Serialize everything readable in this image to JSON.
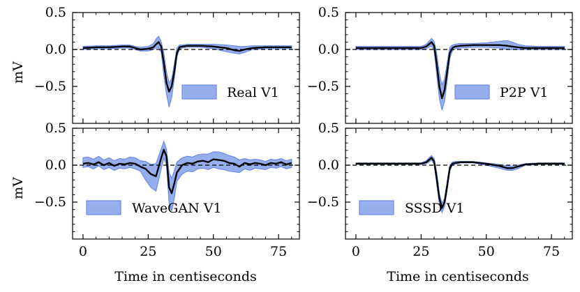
{
  "figure": {
    "xlabel": "Time in centiseconds",
    "ylabel": "mV",
    "band_color": "#6b8ce6",
    "line_color": "#000000",
    "zero_line_color": "#000000"
  },
  "chart_data": [
    {
      "type": "line",
      "legend": "Real V1",
      "legend_position": "lower-right",
      "xlim": [
        -4,
        83
      ],
      "ylim": [
        -1.0,
        0.5
      ],
      "xticks": [
        0,
        25,
        50,
        75
      ],
      "xtick_labels": [
        "0",
        "25",
        "50",
        "75"
      ],
      "yticks": [
        0.5,
        0.0,
        -0.5
      ],
      "ytick_labels": [
        "0.5",
        "0.0",
        "−0.5"
      ],
      "x": [
        0,
        5,
        10,
        15,
        18,
        20,
        22,
        25,
        27,
        28,
        29,
        30,
        31,
        32,
        33,
        34,
        35,
        36,
        37,
        38,
        40,
        45,
        50,
        55,
        58,
        60,
        62,
        65,
        70,
        75,
        80
      ],
      "mean": [
        0.02,
        0.03,
        0.03,
        0.04,
        0.04,
        0.02,
        0.0,
        0.01,
        0.03,
        0.07,
        0.1,
        0.04,
        -0.18,
        -0.45,
        -0.57,
        -0.5,
        -0.3,
        -0.05,
        0.03,
        0.04,
        0.05,
        0.05,
        0.04,
        0.02,
        -0.01,
        -0.02,
        0.0,
        0.02,
        0.03,
        0.03,
        0.03
      ],
      "upper": [
        0.04,
        0.05,
        0.05,
        0.06,
        0.06,
        0.04,
        0.03,
        0.04,
        0.08,
        0.14,
        0.18,
        0.1,
        -0.05,
        -0.3,
        -0.45,
        -0.4,
        -0.2,
        0.02,
        0.06,
        0.06,
        0.07,
        0.07,
        0.07,
        0.06,
        0.05,
        0.04,
        0.04,
        0.05,
        0.05,
        0.05,
        0.05
      ],
      "lower": [
        0.0,
        0.01,
        0.01,
        0.02,
        0.02,
        0.0,
        -0.02,
        -0.02,
        0.0,
        0.02,
        0.02,
        -0.04,
        -0.35,
        -0.6,
        -0.78,
        -0.65,
        -0.4,
        -0.1,
        0.0,
        0.02,
        0.03,
        0.03,
        0.01,
        -0.03,
        -0.05,
        -0.06,
        -0.04,
        0.0,
        0.01,
        0.01,
        0.01
      ]
    },
    {
      "type": "line",
      "legend": "P2P V1",
      "legend_position": "lower-right",
      "xlim": [
        -4,
        83
      ],
      "ylim": [
        -1.0,
        0.5
      ],
      "xticks": [
        0,
        25,
        50,
        75
      ],
      "xtick_labels": [
        "0",
        "25",
        "50",
        "75"
      ],
      "yticks": [
        0.5,
        0.0,
        -0.5
      ],
      "ytick_labels": [
        "0.5",
        "0.0",
        "−0.5"
      ],
      "x": [
        0,
        5,
        10,
        15,
        20,
        25,
        27,
        28,
        29,
        30,
        31,
        32,
        33,
        34,
        35,
        36,
        37,
        38,
        40,
        45,
        50,
        55,
        58,
        60,
        62,
        65,
        70,
        75,
        80
      ],
      "mean": [
        0.02,
        0.02,
        0.02,
        0.02,
        0.02,
        0.02,
        0.04,
        0.07,
        0.1,
        0.05,
        -0.2,
        -0.5,
        -0.66,
        -0.55,
        -0.3,
        -0.05,
        0.02,
        0.04,
        0.05,
        0.06,
        0.06,
        0.06,
        0.05,
        0.04,
        0.03,
        0.02,
        0.02,
        0.02,
        0.02
      ],
      "upper": [
        0.04,
        0.04,
        0.04,
        0.04,
        0.04,
        0.04,
        0.07,
        0.11,
        0.15,
        0.11,
        -0.06,
        -0.32,
        -0.48,
        -0.4,
        -0.18,
        0.03,
        0.06,
        0.07,
        0.08,
        0.08,
        0.09,
        0.11,
        0.12,
        0.1,
        0.07,
        0.05,
        0.04,
        0.04,
        0.04
      ],
      "lower": [
        0.0,
        0.0,
        0.0,
        0.0,
        0.0,
        0.0,
        0.01,
        0.03,
        0.05,
        -0.02,
        -0.34,
        -0.66,
        -0.82,
        -0.7,
        -0.42,
        -0.12,
        -0.02,
        0.01,
        0.02,
        0.03,
        0.03,
        0.02,
        0.0,
        0.0,
        0.0,
        0.0,
        0.0,
        0.0,
        0.0
      ]
    },
    {
      "type": "line",
      "legend": "WaveGAN V1",
      "legend_position": "lower-left",
      "xlim": [
        -4,
        83
      ],
      "ylim": [
        -1.0,
        0.5
      ],
      "xticks": [
        0,
        25,
        50,
        75
      ],
      "xtick_labels": [
        "0",
        "25",
        "50",
        "75"
      ],
      "yticks": [
        0.5,
        0.0,
        -0.5
      ],
      "ytick_labels": [
        "0.5",
        "0.0",
        "−0.5"
      ],
      "x": [
        0,
        2,
        4,
        6,
        8,
        10,
        12,
        14,
        16,
        18,
        20,
        22,
        24,
        26,
        28,
        30,
        31,
        32,
        33,
        34,
        35,
        36,
        38,
        40,
        42,
        44,
        46,
        48,
        50,
        52,
        54,
        56,
        58,
        60,
        62,
        64,
        66,
        68,
        70,
        72,
        74,
        76,
        78,
        80
      ],
      "mean": [
        0.02,
        0.03,
        0.01,
        0.04,
        0.0,
        0.03,
        -0.01,
        0.02,
        0.01,
        0.03,
        0.02,
        -0.02,
        -0.05,
        -0.12,
        -0.15,
        0.1,
        0.21,
        0.12,
        -0.3,
        -0.38,
        -0.25,
        -0.1,
        0.0,
        0.03,
        0.02,
        0.05,
        0.06,
        0.04,
        0.08,
        0.07,
        0.06,
        0.03,
        0.02,
        -0.02,
        0.03,
        0.01,
        0.03,
        0.02,
        0.0,
        0.03,
        0.02,
        0.04,
        0.01,
        0.03
      ],
      "upper": [
        0.1,
        0.11,
        0.08,
        0.12,
        0.07,
        0.1,
        0.06,
        0.09,
        0.08,
        0.11,
        0.1,
        0.06,
        0.05,
        0.01,
        0.02,
        0.22,
        0.32,
        0.22,
        -0.1,
        -0.18,
        -0.08,
        0.04,
        0.1,
        0.12,
        0.11,
        0.14,
        0.15,
        0.15,
        0.18,
        0.18,
        0.16,
        0.13,
        0.11,
        0.07,
        0.09,
        0.07,
        0.08,
        0.07,
        0.05,
        0.08,
        0.07,
        0.09,
        0.06,
        0.08
      ],
      "lower": [
        -0.03,
        -0.02,
        -0.05,
        -0.01,
        -0.06,
        -0.03,
        -0.07,
        -0.04,
        -0.05,
        -0.03,
        -0.05,
        -0.08,
        -0.2,
        -0.3,
        -0.35,
        -0.05,
        0.1,
        0.0,
        -0.5,
        -0.62,
        -0.45,
        -0.22,
        -0.12,
        -0.08,
        -0.09,
        -0.05,
        -0.04,
        -0.06,
        -0.03,
        -0.05,
        -0.06,
        -0.08,
        -0.09,
        -0.1,
        -0.05,
        -0.07,
        -0.04,
        -0.05,
        -0.06,
        -0.03,
        -0.04,
        -0.02,
        -0.05,
        -0.03
      ]
    },
    {
      "type": "line",
      "legend": "SSSD V1",
      "legend_position": "lower-left",
      "xlim": [
        -4,
        83
      ],
      "ylim": [
        -1.0,
        0.5
      ],
      "xticks": [
        0,
        25,
        50,
        75
      ],
      "xtick_labels": [
        "0",
        "25",
        "50",
        "75"
      ],
      "yticks": [
        0.5,
        0.0,
        -0.5
      ],
      "ytick_labels": [
        "0.5",
        "0.0",
        "−0.5"
      ],
      "x": [
        0,
        5,
        10,
        15,
        20,
        25,
        27,
        28,
        29,
        30,
        31,
        32,
        33,
        34,
        35,
        36,
        37,
        38,
        40,
        45,
        50,
        55,
        58,
        60,
        62,
        65,
        70,
        75,
        80
      ],
      "mean": [
        0.02,
        0.02,
        0.02,
        0.02,
        0.02,
        0.02,
        0.04,
        0.07,
        0.1,
        0.05,
        -0.18,
        -0.45,
        -0.58,
        -0.5,
        -0.28,
        -0.04,
        0.02,
        0.03,
        0.04,
        0.04,
        0.02,
        -0.01,
        -0.04,
        -0.04,
        -0.02,
        0.01,
        0.02,
        0.02,
        0.02
      ],
      "upper": [
        0.03,
        0.03,
        0.03,
        0.03,
        0.03,
        0.03,
        0.06,
        0.1,
        0.13,
        0.09,
        -0.1,
        -0.38,
        -0.52,
        -0.45,
        -0.22,
        0.0,
        0.04,
        0.05,
        0.05,
        0.05,
        0.03,
        0.01,
        -0.01,
        -0.01,
        0.0,
        0.02,
        0.03,
        0.03,
        0.03
      ],
      "lower": [
        0.01,
        0.01,
        0.01,
        0.01,
        0.01,
        0.01,
        0.02,
        0.04,
        0.07,
        0.01,
        -0.26,
        -0.52,
        -0.64,
        -0.56,
        -0.34,
        -0.08,
        0.0,
        0.01,
        0.03,
        0.03,
        0.0,
        -0.04,
        -0.07,
        -0.07,
        -0.05,
        0.0,
        0.01,
        0.01,
        0.01
      ]
    }
  ]
}
